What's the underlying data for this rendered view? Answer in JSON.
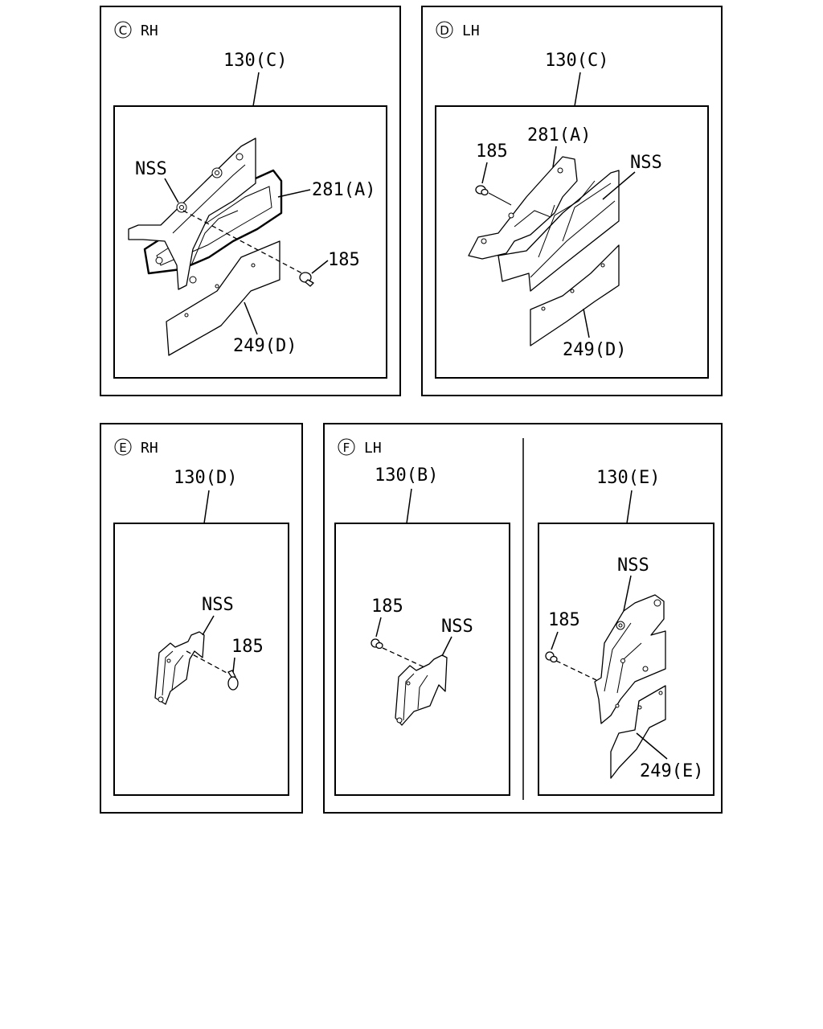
{
  "sections": {
    "C": {
      "letter": "C",
      "side": "RH",
      "parent_label": "130(C)",
      "nss": "NSS",
      "p281": "281(A)",
      "p185": "185",
      "p249": "249(D)"
    },
    "D": {
      "letter": "D",
      "side": "LH",
      "parent_label": "130(C)",
      "nss": "NSS",
      "p281": "281(A)",
      "p185": "185",
      "p249": "249(D)"
    },
    "E": {
      "letter": "E",
      "side": "RH",
      "parent_label": "130(D)",
      "nss": "NSS",
      "p185": "185"
    },
    "F": {
      "letter": "F",
      "side": "LH",
      "left": {
        "parent_label": "130(B)",
        "nss": "NSS",
        "p185": "185"
      },
      "right": {
        "parent_label": "130(E)",
        "nss": "NSS",
        "p185": "185",
        "p249": "249(E)"
      }
    }
  }
}
